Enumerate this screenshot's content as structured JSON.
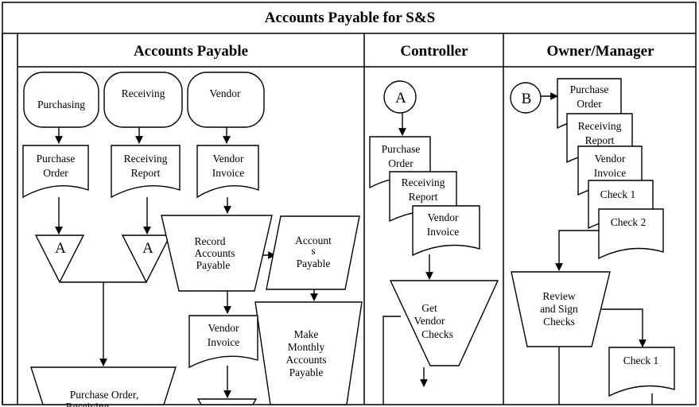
{
  "title": "Accounts Payable for S&S",
  "lanes": {
    "accounts_payable": "Accounts Payable",
    "controller": "Controller",
    "owner_manager": "Owner/Manager"
  },
  "terminals": {
    "purchasing": "Purchasing",
    "receiving": "Receiving",
    "vendor": "Vendor"
  },
  "documents": {
    "ap_purchase_order": [
      "Purchase",
      "Order"
    ],
    "ap_receiving_report": [
      "Receiving",
      "Report"
    ],
    "ap_vendor_invoice": [
      "Vendor",
      "Invoice"
    ],
    "ap_vendor_invoice_2": [
      "Vendor",
      "Invoice"
    ],
    "ctrl_purchase_order": [
      "Purchase",
      "Order"
    ],
    "ctrl_receiving_report": [
      "Receiving",
      "Report"
    ],
    "ctrl_vendor_invoice": [
      "Vendor",
      "Invoice"
    ],
    "own_purchase_order": [
      "Purchase",
      "Order"
    ],
    "own_receiving_report": [
      "Receiving",
      "Report"
    ],
    "own_vendor_invoice": [
      "Vendor",
      "Invoice"
    ],
    "own_check_1": [
      "Check 1"
    ],
    "own_check_2": [
      "Check 2"
    ],
    "own_check_1_out": [
      "Check 1"
    ]
  },
  "files": {
    "file_a_1": "A",
    "file_a_2": "A"
  },
  "connectors": {
    "connector_a": "A",
    "connector_b": "B"
  },
  "processes": {
    "record_ap": [
      "Record",
      "Accounts",
      "Payable"
    ],
    "make_monthly": [
      "Make",
      "Monthly",
      "Accounts",
      "Payable"
    ],
    "purchase_order_receiving": [
      "Purchase Order,",
      "Receiving"
    ],
    "get_vendor_checks": [
      "Get",
      "Vendor",
      "Checks"
    ],
    "review_sign": [
      "Review",
      "and Sign",
      "Checks"
    ]
  },
  "data_stores": {
    "accounts_payable": [
      "Account",
      "s",
      "Payable"
    ]
  }
}
